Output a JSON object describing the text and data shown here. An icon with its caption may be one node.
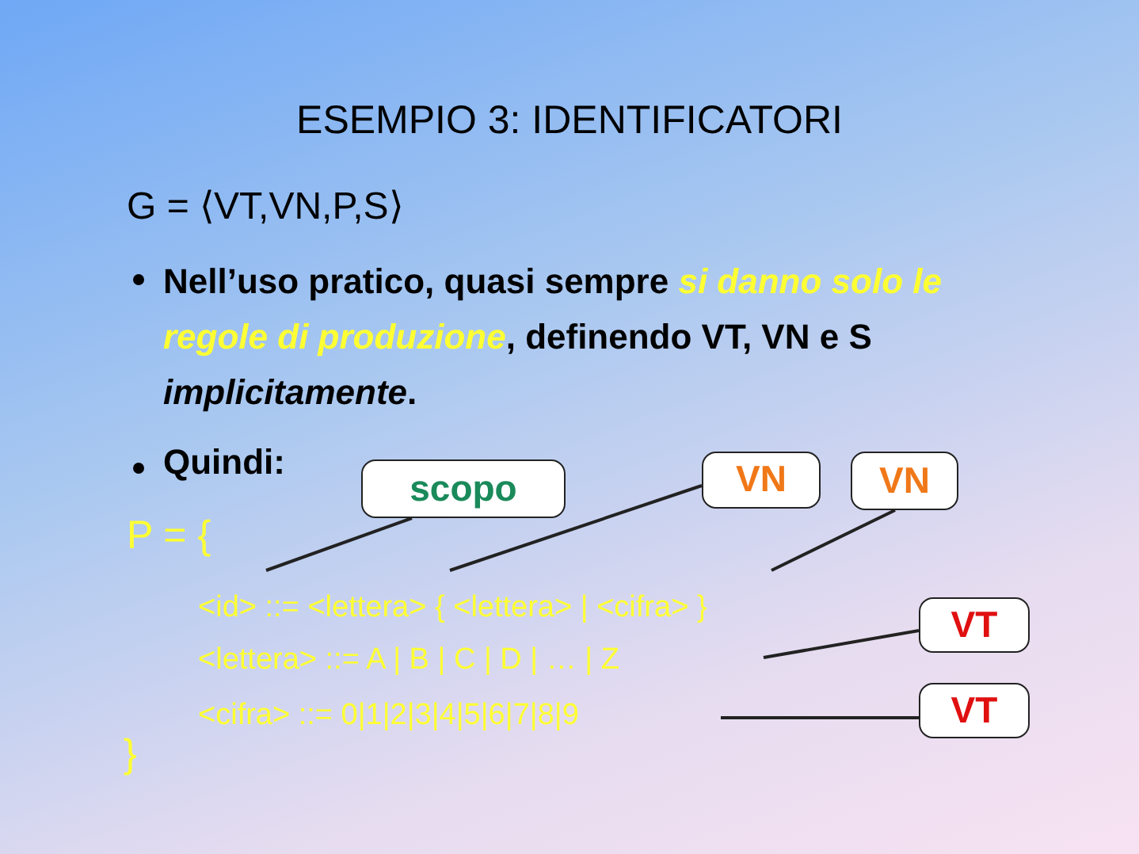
{
  "diagram": {
    "title": "ESEMPIO 3: IDENTIFICATORI",
    "nodes": [
      {
        "text": [
          "scopo"
        ]
      },
      {
        "text": [
          "VN"
        ]
      },
      {
        "text": [
          "VN"
        ]
      },
      {
        "text": [
          "VT"
        ]
      },
      {
        "text": [
          "VT"
        ]
      }
    ],
    "edges": [
      {
        "from": 0,
        "to": null,
        "arrow": "none"
      },
      {
        "from": 1,
        "to": null,
        "arrow": "none"
      },
      {
        "from": 2,
        "to": null,
        "arrow": "none"
      },
      {
        "from": 3,
        "to": null,
        "arrow": "none"
      },
      {
        "from": 4,
        "to": null,
        "arrow": "none"
      }
    ],
    "labels": [
      "G = ⟨VT,VN,P,S⟩",
      "Nell’uso pratico, quasi sempre *si danno solo le regole di produzione*, definendo VT, VN e S *implicitamente*.",
      "Quindi:",
      "P = {",
      "<id> ::= <lettera> { <lettera> | <cifra> }",
      "<lettera> ::= A | B | C | D | … | Z",
      "<cifra> ::= 0|1|2|3|4|5|6|7|8|9",
      "}"
    ]
  }
}
